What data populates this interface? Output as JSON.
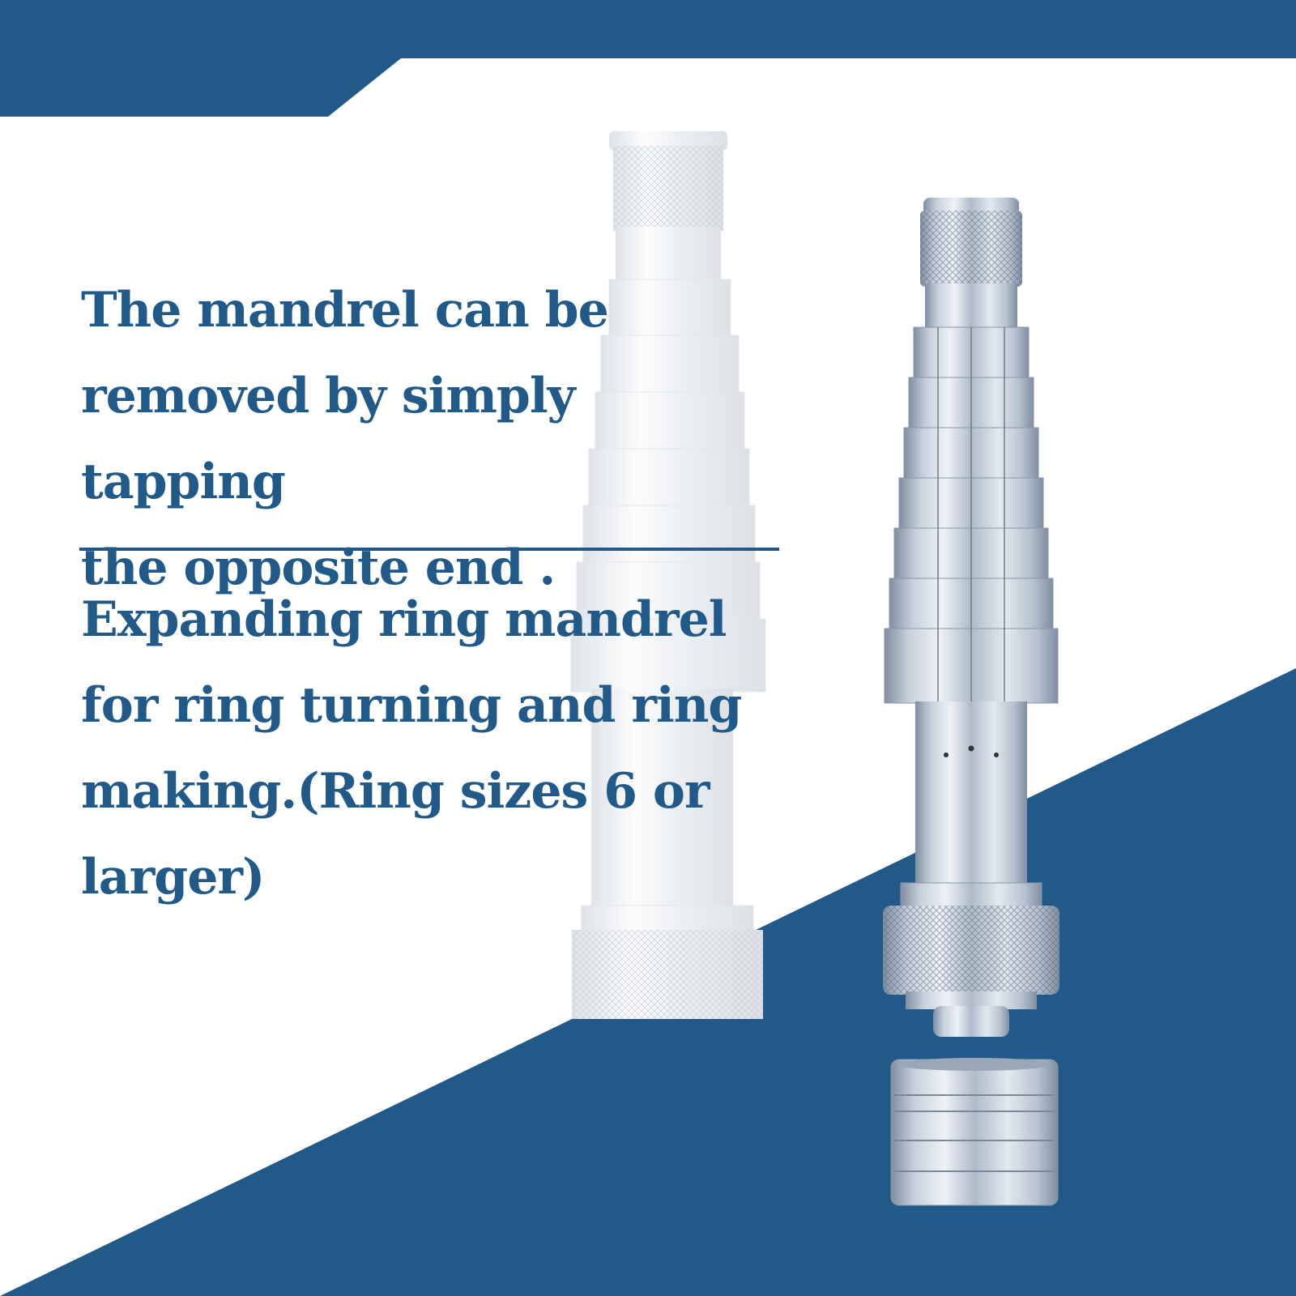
{
  "colors": {
    "brand_blue": "#215a88",
    "background": "#ffffff",
    "metal_light": "#eef2f6",
    "metal_dark": "#7f8ea1"
  },
  "text": {
    "removal_note": "The mandrel  can be\nremoved by simply tapping\nthe opposite end .",
    "product_description": "Expanding ring mandrel\nfor ring turning and ring\nmaking.(Ring sizes 6 or\nlarger)"
  },
  "illustration": {
    "subject": "expanding ring mandrel",
    "icons": [
      "stepped-mandrel-ghost-icon",
      "stepped-mandrel-icon",
      "knurled-cap-icon",
      "knurled-nut-icon",
      "sleeve-ring-icon"
    ]
  }
}
